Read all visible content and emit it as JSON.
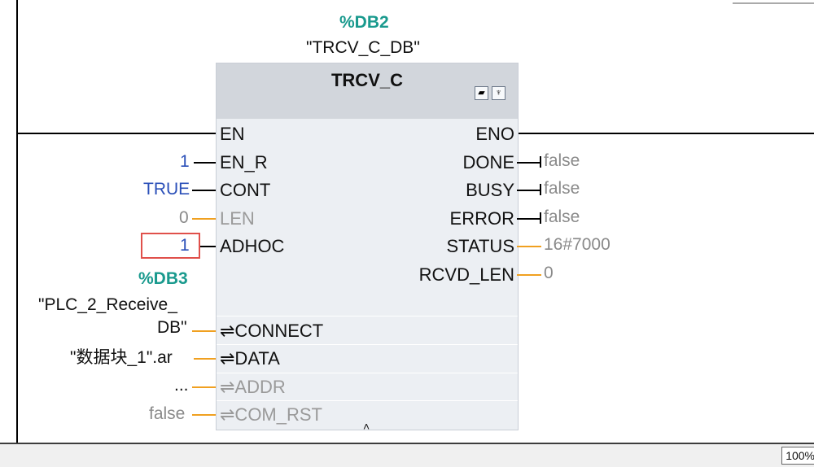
{
  "instance": {
    "address": "%DB2",
    "name": "\"TRCV_C_DB\""
  },
  "block": {
    "title": "TRCV_C",
    "icon_left": "online-download-icon",
    "icon_right": "diagnostics-stethoscope-icon"
  },
  "inputs": {
    "en": "EN",
    "en_r": {
      "pin": "EN_R",
      "value": "1"
    },
    "cont": {
      "pin": "CONT",
      "value": "TRUE"
    },
    "len": {
      "pin": "LEN",
      "value": "0"
    },
    "adhoc": {
      "pin": "ADHOC",
      "value": "1"
    }
  },
  "outputs": {
    "eno": "ENO",
    "done": {
      "pin": "DONE",
      "value": "false"
    },
    "busy": {
      "pin": "BUSY",
      "value": "false"
    },
    "error": {
      "pin": "ERROR",
      "value": "false"
    },
    "status": {
      "pin": "STATUS",
      "value": "16#7000"
    },
    "rcvd_len": {
      "pin": "RCVD_LEN",
      "value": "0"
    }
  },
  "inouts": {
    "connect": {
      "pin": "⇌CONNECT",
      "db_address": "%DB3",
      "db_name_line1": "\"PLC_2_Receive_",
      "db_name_line2": "DB\""
    },
    "data": {
      "pin": "⇌DATA",
      "value": "\"数据块_1\".ar"
    },
    "addr": {
      "pin": "⇌ADDR",
      "value": "..."
    },
    "com_rst": {
      "pin": "⇌COM_RST",
      "value": "false"
    }
  },
  "statusbar": {
    "zoom": "100%"
  }
}
